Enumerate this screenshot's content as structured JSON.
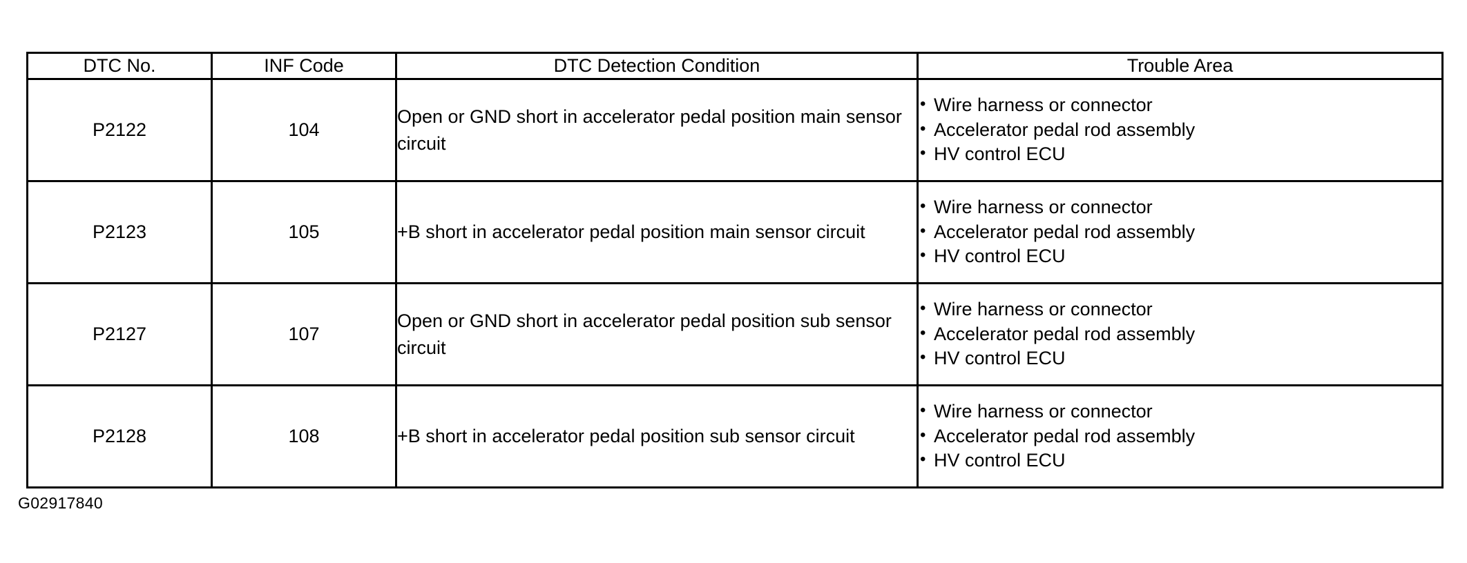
{
  "table": {
    "columns": [
      {
        "key": "dtc_no",
        "label": "DTC No."
      },
      {
        "key": "inf_code",
        "label": "INF Code"
      },
      {
        "key": "detection_condition",
        "label": "DTC Detection Condition"
      },
      {
        "key": "trouble_area",
        "label": "Trouble Area"
      }
    ],
    "rows": [
      {
        "dtc_no": "P2122",
        "inf_code": "104",
        "detection_condition": "Open or GND short in accelerator pedal position main sensor circuit",
        "trouble_area": [
          "Wire harness or connector",
          "Accelerator pedal rod assembly",
          "HV control ECU"
        ]
      },
      {
        "dtc_no": "P2123",
        "inf_code": "105",
        "detection_condition": "+B short in accelerator pedal position main sensor circuit",
        "trouble_area": [
          "Wire harness or connector",
          "Accelerator pedal rod assembly",
          "HV control ECU"
        ]
      },
      {
        "dtc_no": "P2127",
        "inf_code": "107",
        "detection_condition": "Open or GND short in accelerator pedal position sub sensor circuit",
        "trouble_area": [
          "Wire harness or connector",
          "Accelerator pedal rod assembly",
          "HV control ECU"
        ]
      },
      {
        "dtc_no": "P2128",
        "inf_code": "108",
        "detection_condition": "+B short in accelerator pedal position sub sensor circuit",
        "trouble_area": [
          "Wire harness or connector",
          "Accelerator pedal rod assembly",
          "HV control ECU"
        ]
      }
    ],
    "bullet_glyph": "•"
  },
  "caption": "G02917840",
  "colors": {
    "text": "#000000",
    "background": "#ffffff",
    "border": "#000000"
  }
}
